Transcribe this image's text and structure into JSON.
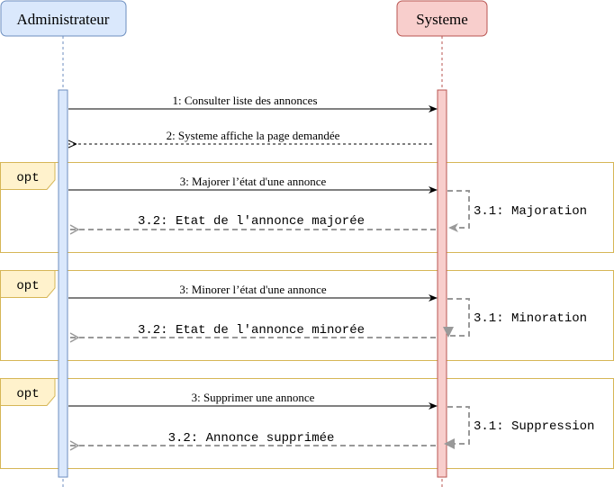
{
  "participants": {
    "admin": {
      "label": "Administrateur",
      "fill": "#dae8fc",
      "stroke": "#6c8ebf"
    },
    "system": {
      "label": "Systeme",
      "fill": "#f8cecc",
      "stroke": "#b85450"
    }
  },
  "messages": {
    "m1": "1: Consulter liste des annonces",
    "m2": "2: Systeme affiche la page demandée"
  },
  "fragments": [
    {
      "operator": "opt",
      "request": "3: Majorer l’état d'une annonce",
      "self_call": "3.1: Majoration",
      "reply": "3.2: Etat de l'annonce majorée"
    },
    {
      "operator": "opt",
      "request": "3: Minorer l’état d'une annonce",
      "self_call": "3.1: Minoration",
      "reply": "3.2: Etat de l'annonce minorée"
    },
    {
      "operator": "opt",
      "request": "3: Supprimer une annonce",
      "self_call": "3.1: Suppression",
      "reply": "3.2: Annonce supprimée"
    }
  ],
  "colors": {
    "fragment_border": "#d6b656",
    "fragment_tab_fill": "#fff2cc",
    "reply_arrow": "#999999",
    "message_line": "#000000"
  }
}
